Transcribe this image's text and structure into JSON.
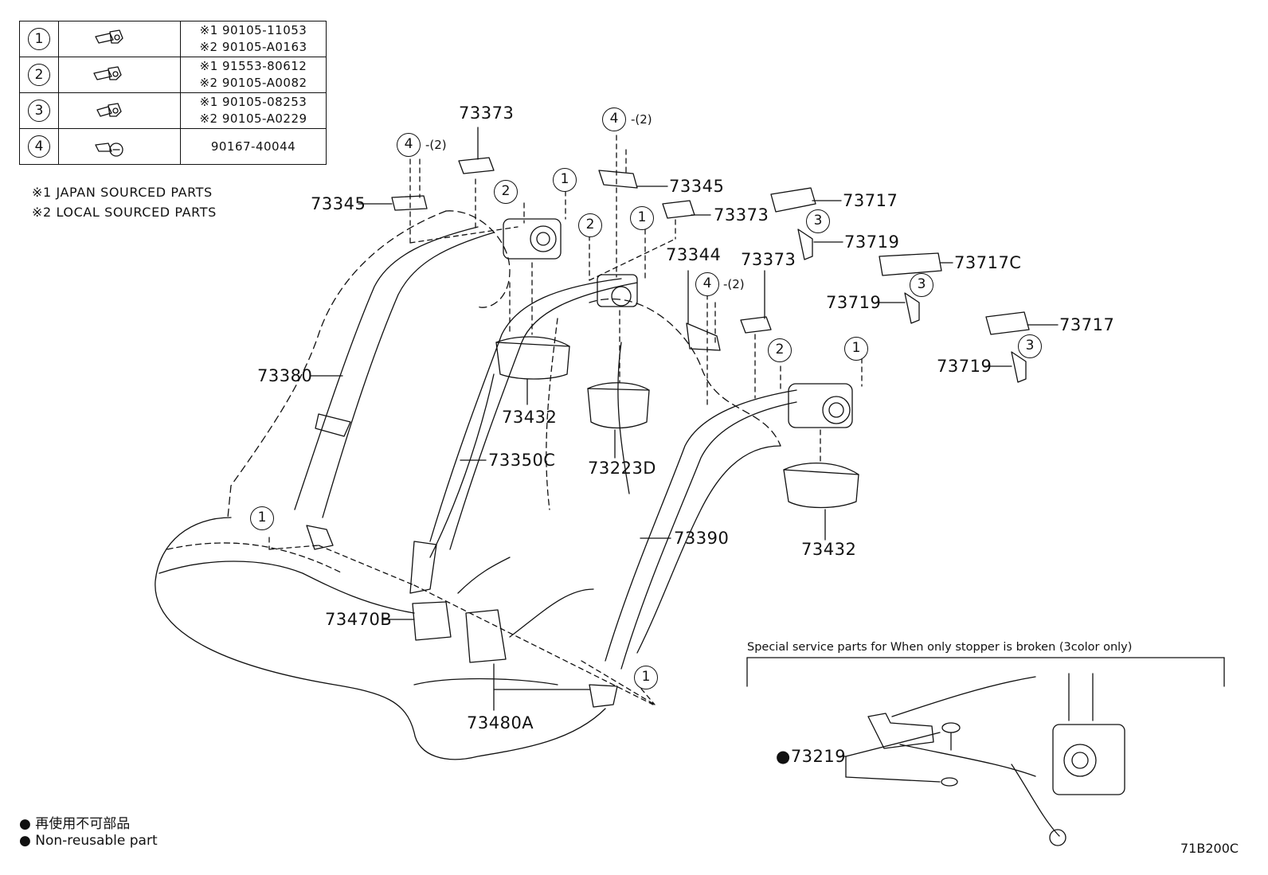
{
  "table": {
    "rows": [
      {
        "num": "1",
        "part1": "※1 90105-11053",
        "part2": "※2 90105-A0163"
      },
      {
        "num": "2",
        "part1": "※1 91553-80612",
        "part2": "※2 90105-A0082"
      },
      {
        "num": "3",
        "part1": "※1 90105-08253",
        "part2": "※2 90105-A0229"
      },
      {
        "num": "4",
        "part1": "90167-40044",
        "part2": ""
      }
    ]
  },
  "notes": {
    "japan": "※1  JAPAN SOURCED PARTS",
    "local": "※2  LOCAL SOURCED PARTS"
  },
  "labels": {
    "p73373a": "73373",
    "p73345a": "73345",
    "p73345b": "73345",
    "p73373b": "73373",
    "p73717a": "73717",
    "p73719a": "73719",
    "p73717c": "73717C",
    "p73719b": "73719",
    "p73344": "73344",
    "p73373c": "73373",
    "p73717b": "73717",
    "p73719c": "73719",
    "p73380": "73380",
    "p73432a": "73432",
    "p73350c": "73350C",
    "p73223d": "73223D",
    "p73390": "73390",
    "p73432b": "73432",
    "p73470b": "73470B",
    "p73480a": "73480A",
    "p73219": "●73219"
  },
  "callouts": {
    "one": "1",
    "two": "2",
    "three": "3",
    "four": "4",
    "qty": "-(2)"
  },
  "special": {
    "title": "Special service parts for When only stopper is broken (3color only)"
  },
  "footnote": {
    "jp": "● 再使用不可部品",
    "en": "● Non-reusable part"
  },
  "figure_code": "71B200C"
}
